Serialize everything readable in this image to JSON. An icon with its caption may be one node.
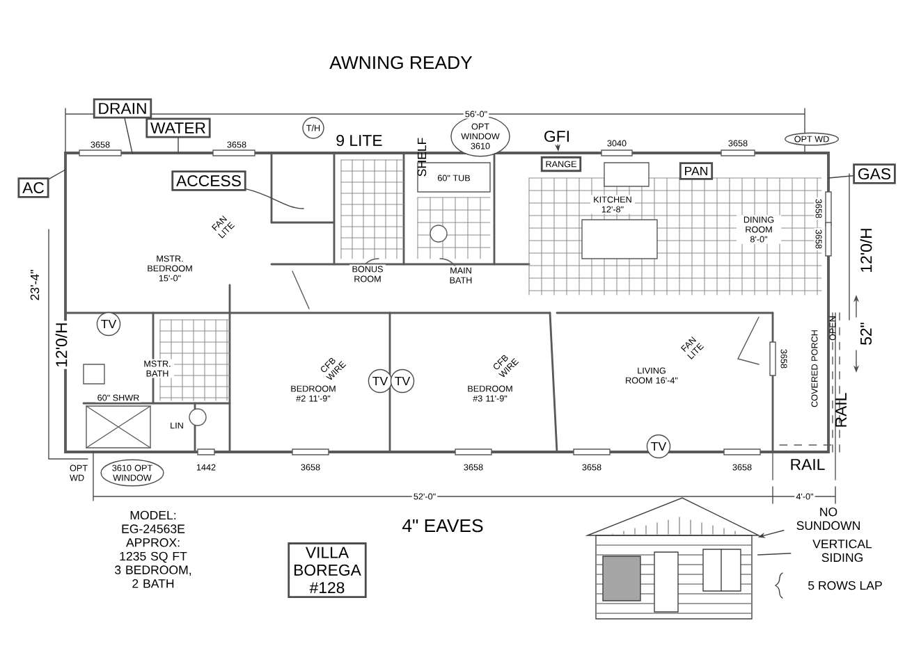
{
  "diagram": {
    "nodes": [
      {
        "text": [
          "DRAIN"
        ]
      },
      {
        "text": [
          "WATER"
        ]
      },
      {
        "text": [
          "AC"
        ]
      },
      {
        "text": [
          "ACCESS"
        ]
      },
      {
        "text": [
          "T/H"
        ]
      },
      {
        "text": [
          "OPT WINDOW 3610"
        ]
      },
      {
        "text": [
          "GFI"
        ]
      },
      {
        "text": [
          "RANGE"
        ]
      },
      {
        "text": [
          "PAN"
        ]
      },
      {
        "text": [
          "OPT WD"
        ]
      },
      {
        "text": [
          "GAS"
        ]
      },
      {
        "text": [
          "TV"
        ]
      },
      {
        "text": [
          "TV"
        ]
      },
      {
        "text": [
          "TV"
        ]
      },
      {
        "text": [
          "TV"
        ]
      },
      {
        "text": [
          "3610 OPT WINDOW"
        ]
      },
      {
        "text": [
          "VILLA BOREGA #128"
        ]
      },
      {
        "text": [],
        "shape": "picture"
      },
      {
        "text": [
          "NO SUNDOWN"
        ]
      },
      {
        "text": [
          "VERTICAL SIDING"
        ]
      }
    ],
    "edges": [
      {
        "from": 0,
        "to": null,
        "arrow": "none"
      },
      {
        "from": 1,
        "to": null,
        "arrow": "none"
      },
      {
        "from": 2,
        "to": null,
        "arrow": "none"
      },
      {
        "from": 3,
        "to": null,
        "arrow": "none"
      },
      {
        "from": 6,
        "to": null,
        "arrow": "to"
      },
      {
        "from": 10,
        "to": null,
        "arrow": "none"
      },
      {
        "from": 18,
        "to": 17,
        "arrow": "to"
      },
      {
        "from": 19,
        "to": 17,
        "arrow": "none"
      }
    ],
    "labels": [
      "AWNING READY",
      "56'-0\"",
      "3658",
      "3658",
      "9 LITE",
      "3040",
      "3658",
      "60\" TUB",
      "SHELF",
      "KITCHEN 12'-8\"",
      "BONUS ROOM",
      "MAIN BATH",
      "DINING ROOM 8'-0\"",
      "3658",
      "3658",
      "12'0/H",
      "FAN LITE",
      "MSTR. BEDROOM 15'-0\"",
      "23'-4\"",
      "12'0/H",
      "MSTR. BATH",
      "60\" SHWR",
      "LIN",
      "BEDROOM #2 11'-9\"",
      "CFB WIRE",
      "BEDROOM #3 11'-9\"",
      "CFB WIRE",
      "LIVING ROOM 16'-4\"",
      "FAN LITE",
      "3658",
      "COVERED PORCH",
      "OPEN",
      "52\"",
      "RAIL",
      "RAIL",
      "OPT WD",
      "1442",
      "3658",
      "3658",
      "3658",
      "3658",
      "52'-0\"",
      "4'-0\"",
      "4\" EAVES",
      "MODEL: EG-24563E APPROX: 1235 SQ FT 3 BEDROOM, 2 BATH",
      "5 ROWS LAP"
    ]
  }
}
